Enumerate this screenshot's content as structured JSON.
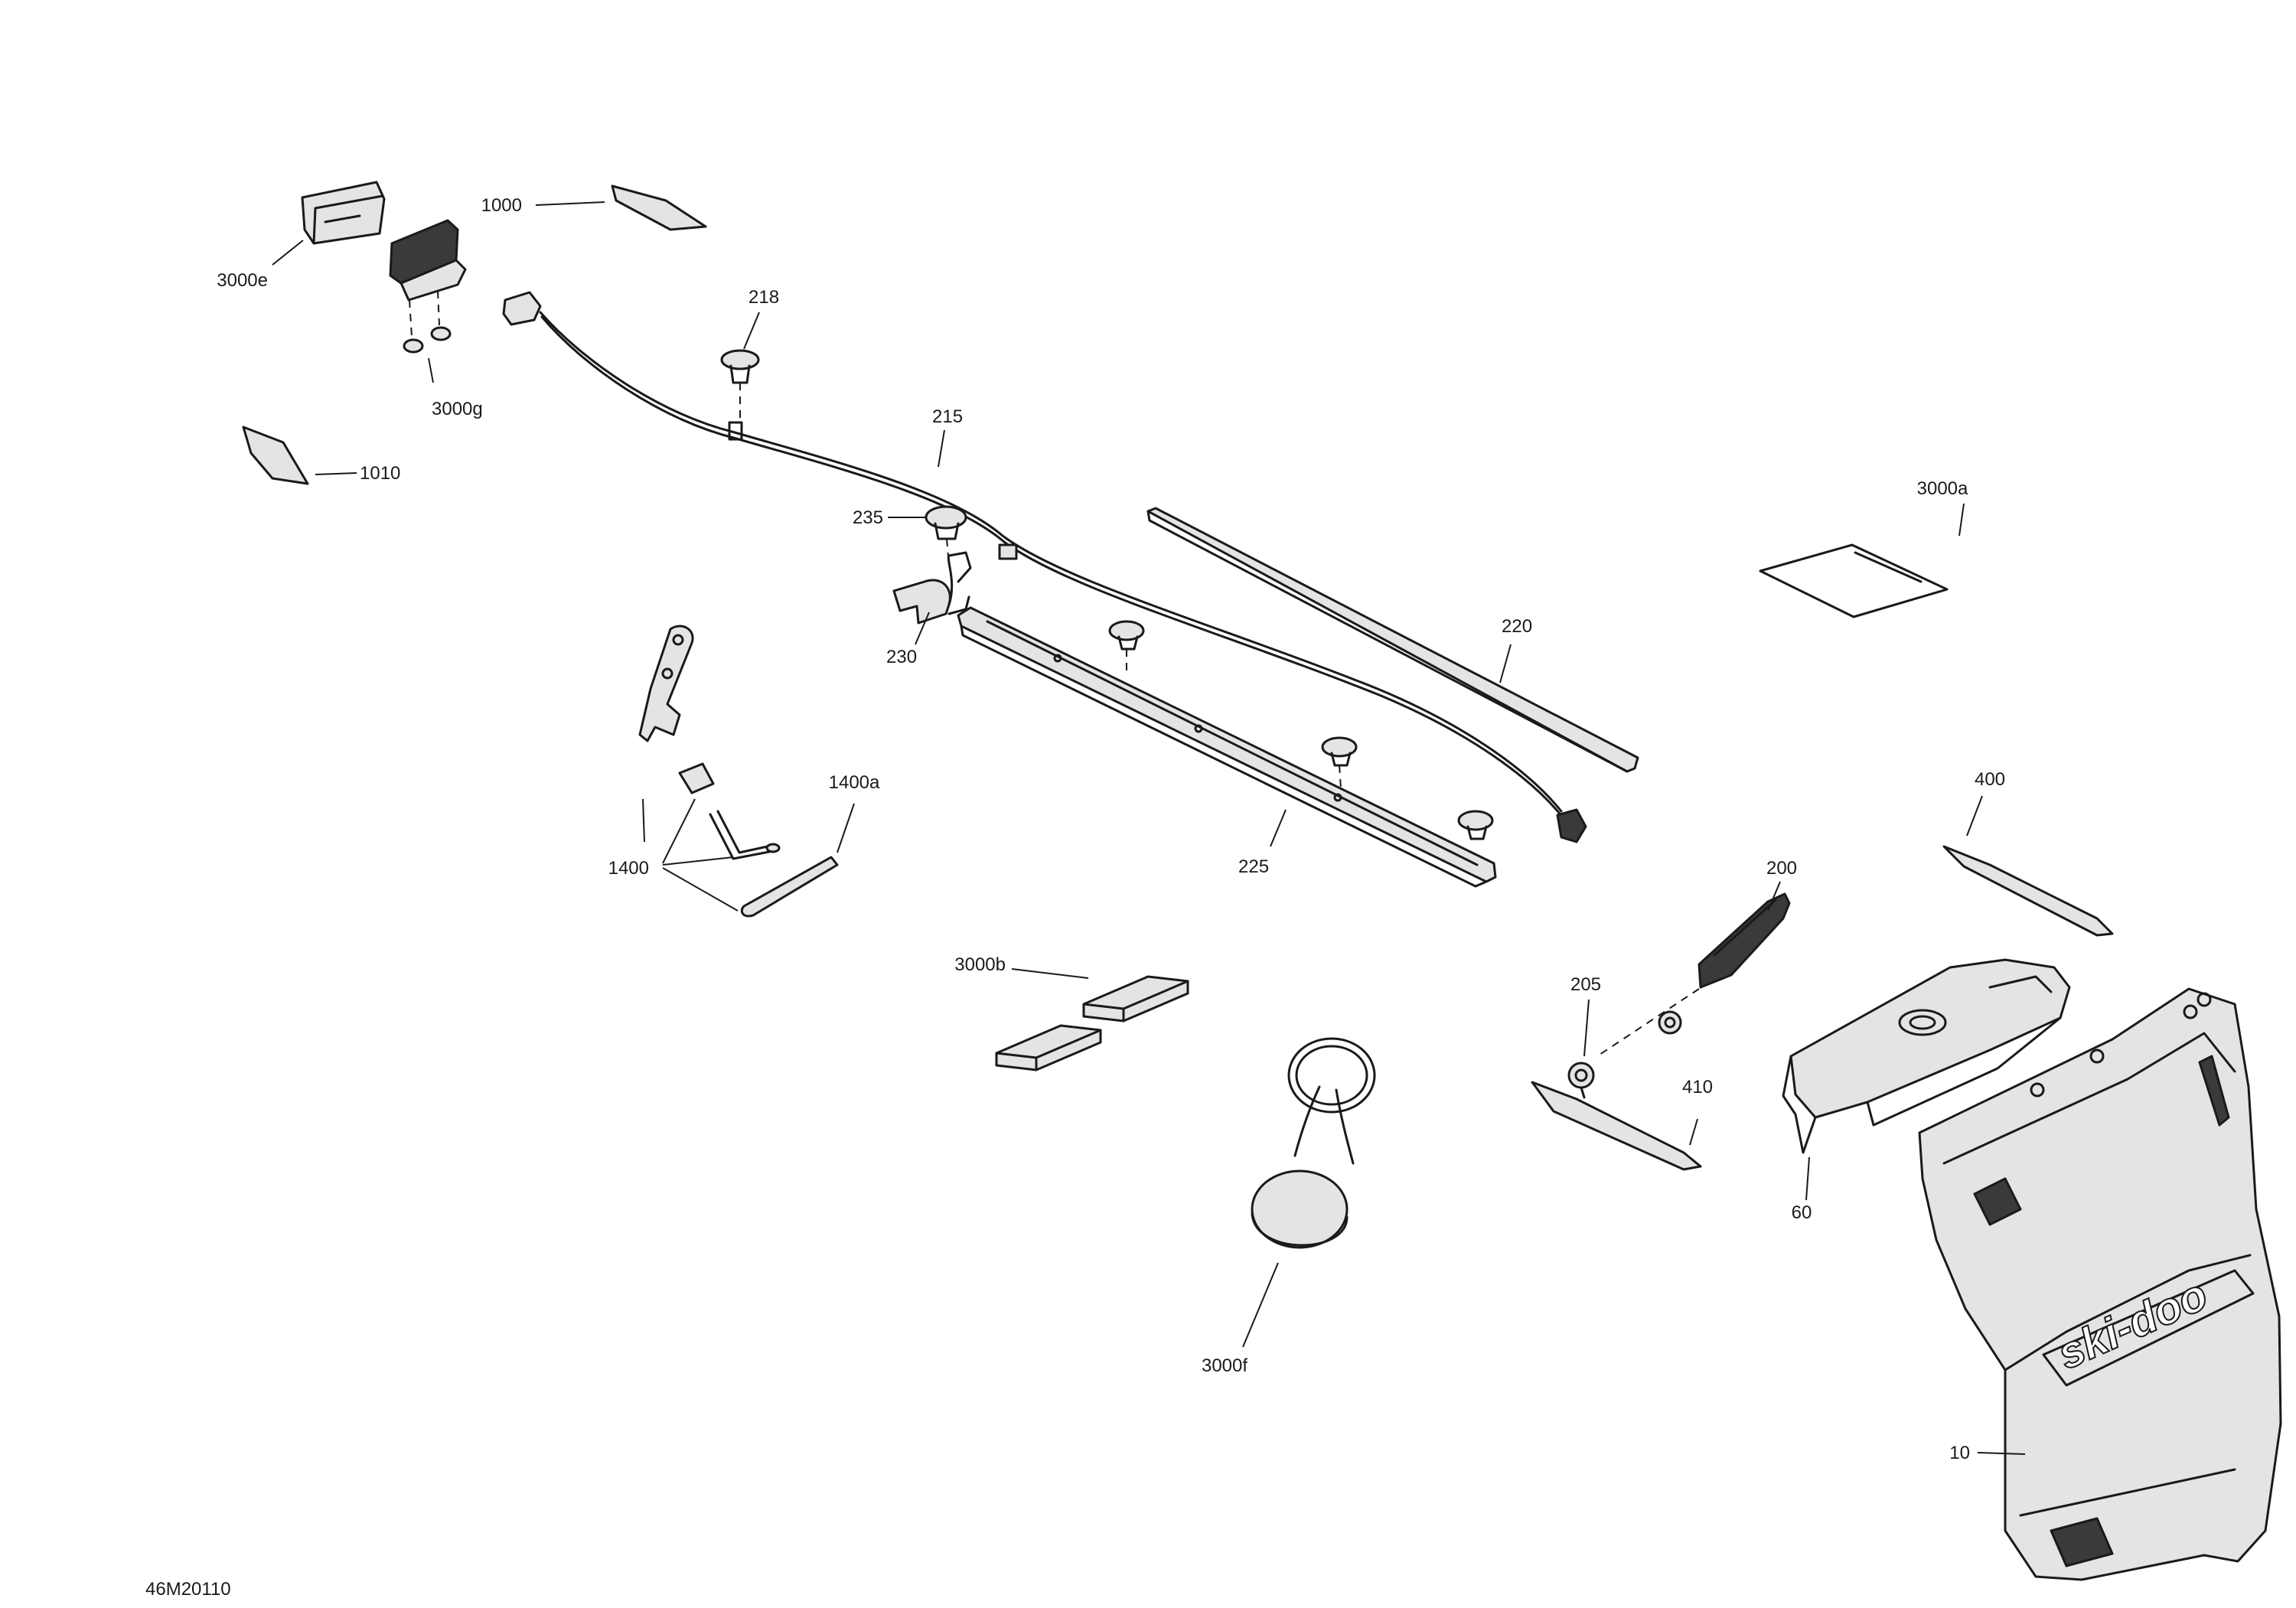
{
  "diagram": {
    "reference_code": "46M20110",
    "logo_text": "ski-doo",
    "callouts": {
      "c10": "10",
      "c60": "60",
      "c200": "200",
      "c205": "205",
      "c215": "215",
      "c218": "218",
      "c220": "220",
      "c225": "225",
      "c230": "230",
      "c235": "235",
      "c400": "400",
      "c410": "410",
      "c1000": "1000",
      "c1010": "1010",
      "c1400": "1400",
      "c1400a": "1400a",
      "c3000a": "3000a",
      "c3000b": "3000b",
      "c3000e": "3000e",
      "c3000f": "3000f",
      "c3000g": "3000g"
    }
  }
}
